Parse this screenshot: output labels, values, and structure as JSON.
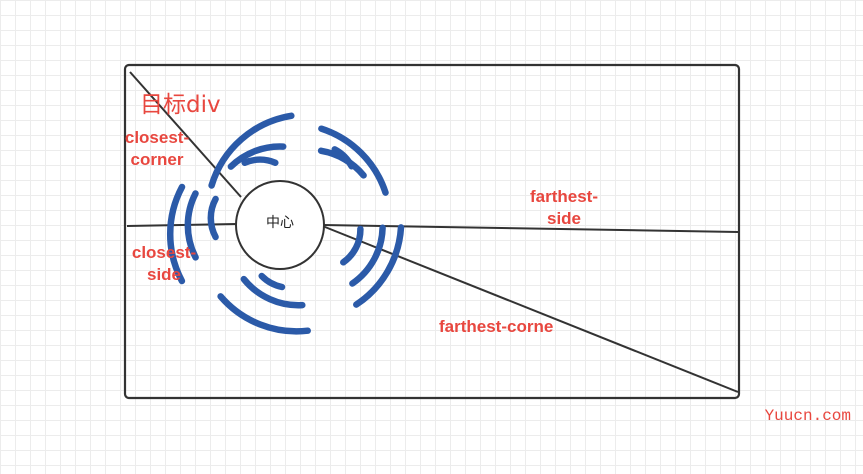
{
  "diagram": {
    "title": "目标div",
    "center_label": "中心",
    "labels": {
      "closest_corner": [
        "closest-",
        "corner"
      ],
      "closest_side": [
        "closest-",
        "side"
      ],
      "farthest_side": [
        "farthest-",
        "side"
      ],
      "farthest_corner": "farthest-corne"
    },
    "watermark": "Yuucn.com",
    "colors": {
      "label": "#e8473f",
      "waves": "#2b5aa8",
      "outline": "#333333",
      "grid": "#ececec"
    },
    "icons": [
      "broadcast-waves-icon"
    ]
  }
}
